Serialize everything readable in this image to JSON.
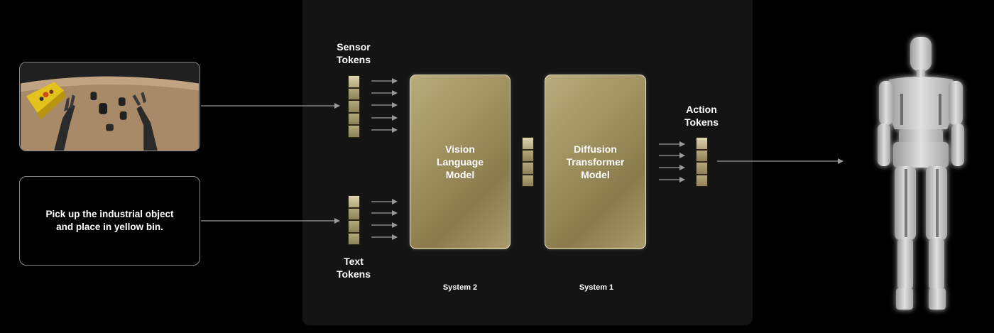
{
  "inputs": {
    "instruction_text": "Pick up the industrial object\nand place in yellow bin."
  },
  "labels": {
    "sensor_tokens": "Sensor\nTokens",
    "text_tokens": "Text\nTokens",
    "action_tokens": "Action\nTokens"
  },
  "models": {
    "vlm": "Vision\nLanguage\nModel",
    "dit": "Diffusion\nTransformer\nModel"
  },
  "systems": {
    "system2": "System 2",
    "system1": "System 1"
  },
  "colors": {
    "background": "#000000",
    "panel": "#141414",
    "gold": "#9c8d5c",
    "arrow": "#9a9a9a"
  }
}
